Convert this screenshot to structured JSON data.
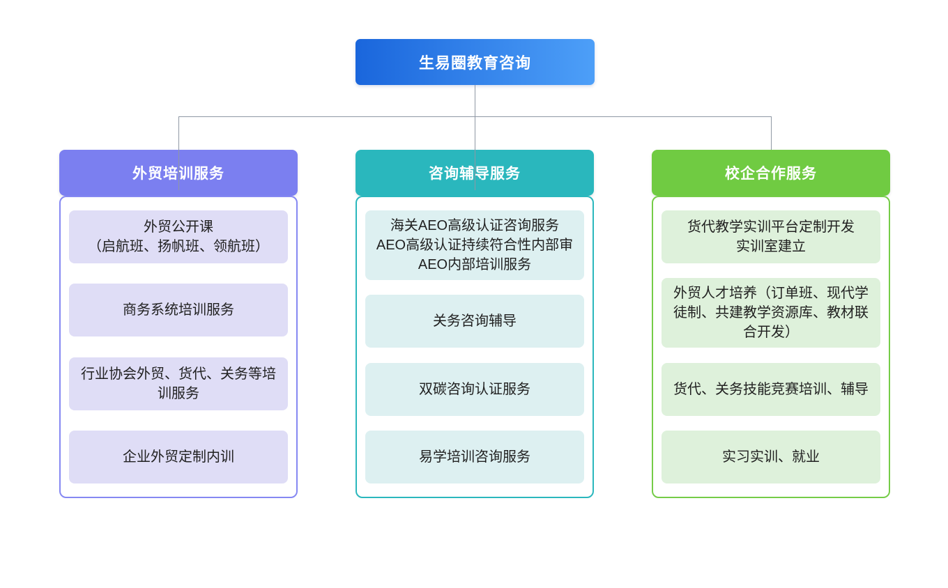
{
  "page": {
    "background": "#ffffff",
    "connector_color": "#8F98A4"
  },
  "root": {
    "label": "生易圈教育咨询",
    "bg_gradient_from": "#1A66DC",
    "bg_gradient_to": "#4D9FF8"
  },
  "branches": [
    {
      "id": "foreign-trade-training",
      "label": "外贸培训服务",
      "header_color": "#7B7FF0",
      "border_color": "#8588F2",
      "item_bg": "#DFDDF6",
      "connector_to_container": true,
      "items": [
        {
          "text": "外贸公开课\n（启航班、扬帆班、领航班）"
        },
        {
          "text": "商务系统培训服务"
        },
        {
          "text": "行业协会外贸、货代、关务等培训服务"
        },
        {
          "text": "企业外贸定制内训"
        }
      ]
    },
    {
      "id": "consulting-coaching",
      "label": "咨询辅导服务",
      "header_color": "#2AB7BD",
      "border_color": "#2AB7BD",
      "item_bg": "#DDF0F1",
      "connector_to_container": true,
      "items": [
        {
          "text": "海关AEO高级认证咨询服务\nAEO高级认证持续符合性内部审\nAEO内部培训服务"
        },
        {
          "text": "关务咨询辅导"
        },
        {
          "text": "双碳咨询认证服务"
        },
        {
          "text": "易学培训咨询服务"
        }
      ]
    },
    {
      "id": "school-enterprise-cooperation",
      "label": "校企合作服务",
      "header_color": "#70CB42",
      "border_color": "#75CC48",
      "item_bg": "#DEF1DB",
      "connector_to_container": false,
      "items": [
        {
          "text": "货代教学实训平台定制开发\n实训室建立"
        },
        {
          "text": "外贸人才培养（订单班、现代学徒制、共建教学资源库、教材联合开发）"
        },
        {
          "text": "货代、关务技能竞赛培训、辅导"
        },
        {
          "text": "实习实训、就业"
        }
      ]
    }
  ]
}
